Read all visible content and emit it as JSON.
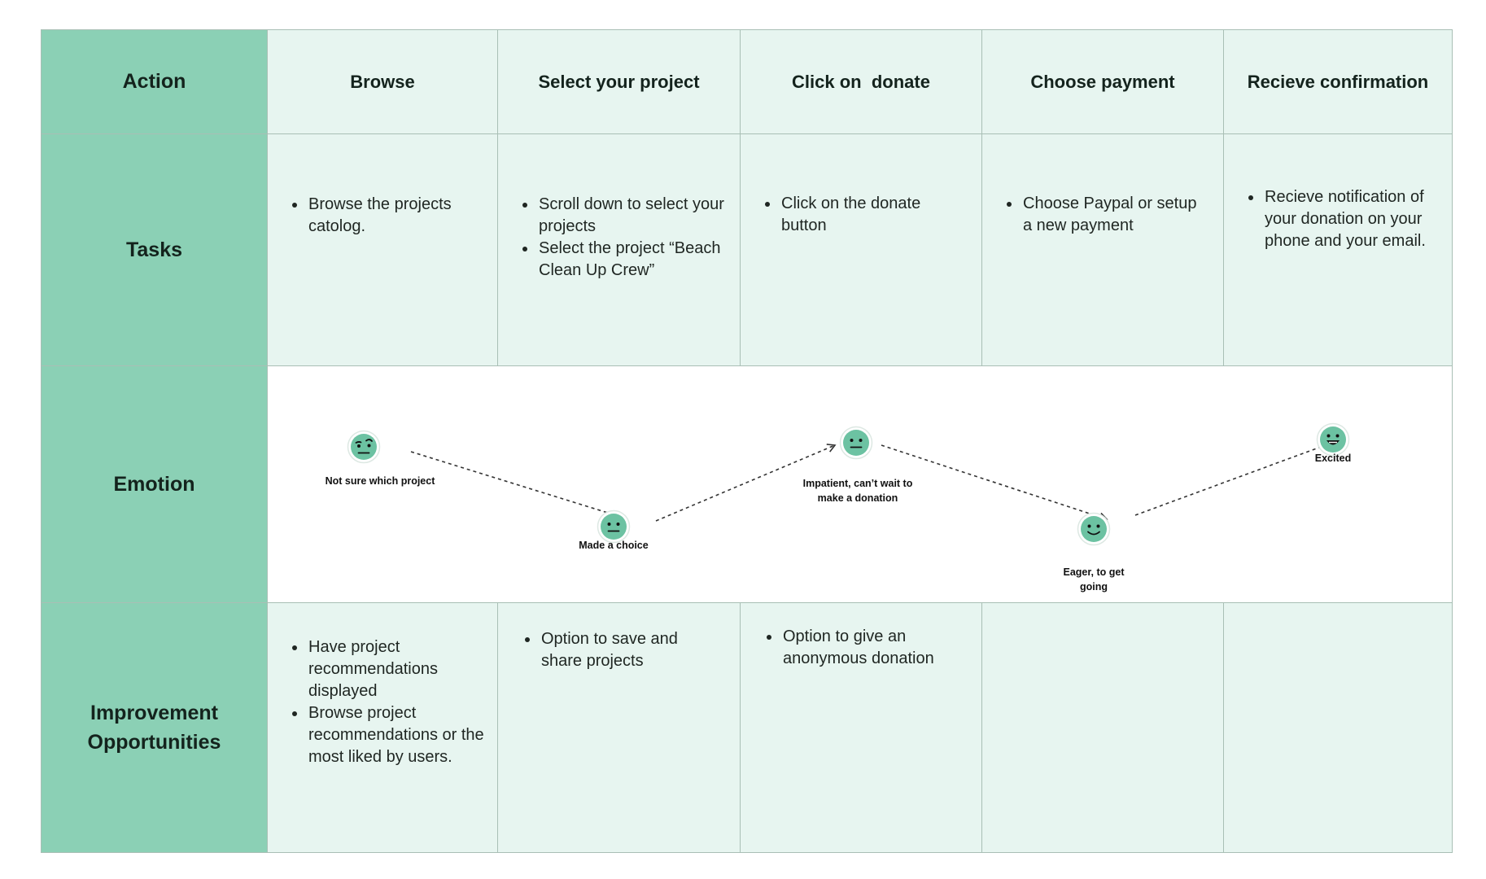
{
  "rows": {
    "action": "Action",
    "tasks": "Tasks",
    "emotion": "Emotion",
    "improvement": "Improvement Opportunities"
  },
  "columns": [
    "Browse",
    "Select your project",
    "Click on  donate",
    "Choose payment",
    "Recieve confirmation"
  ],
  "tasks": [
    [
      "Browse the projects catolog."
    ],
    [
      "Scroll down to select your projects",
      "Select the project “Beach Clean Up Crew”"
    ],
    [
      "Click on the donate button"
    ],
    [
      "Choose Paypal or setup a new payment"
    ],
    [
      "Recieve notification of your donation on your phone and your email."
    ]
  ],
  "emotions": [
    {
      "label": "Not sure which project",
      "icon": "skeptical-face-icon"
    },
    {
      "label": "Made a choice",
      "icon": "neutral-face-icon"
    },
    {
      "label": "Impatient, can’t wait to make a donation",
      "icon": "neutral-face-icon"
    },
    {
      "label": "Eager, to get going",
      "icon": "smiling-face-icon"
    },
    {
      "label": "Excited",
      "icon": "grinning-face-icon"
    }
  ],
  "improvements": [
    [
      "Have project recommendations displayed",
      "Browse project recommendations or the most liked by users."
    ],
    [
      "Option to save and share projects"
    ],
    [
      "Option to give an anonymous donation"
    ],
    [],
    []
  ],
  "colors": {
    "header_fill": "#8bd0b5",
    "cell_fill": "#e7f5f0",
    "face_fill": "#6cc2a2",
    "border": "#a9bfb5"
  }
}
